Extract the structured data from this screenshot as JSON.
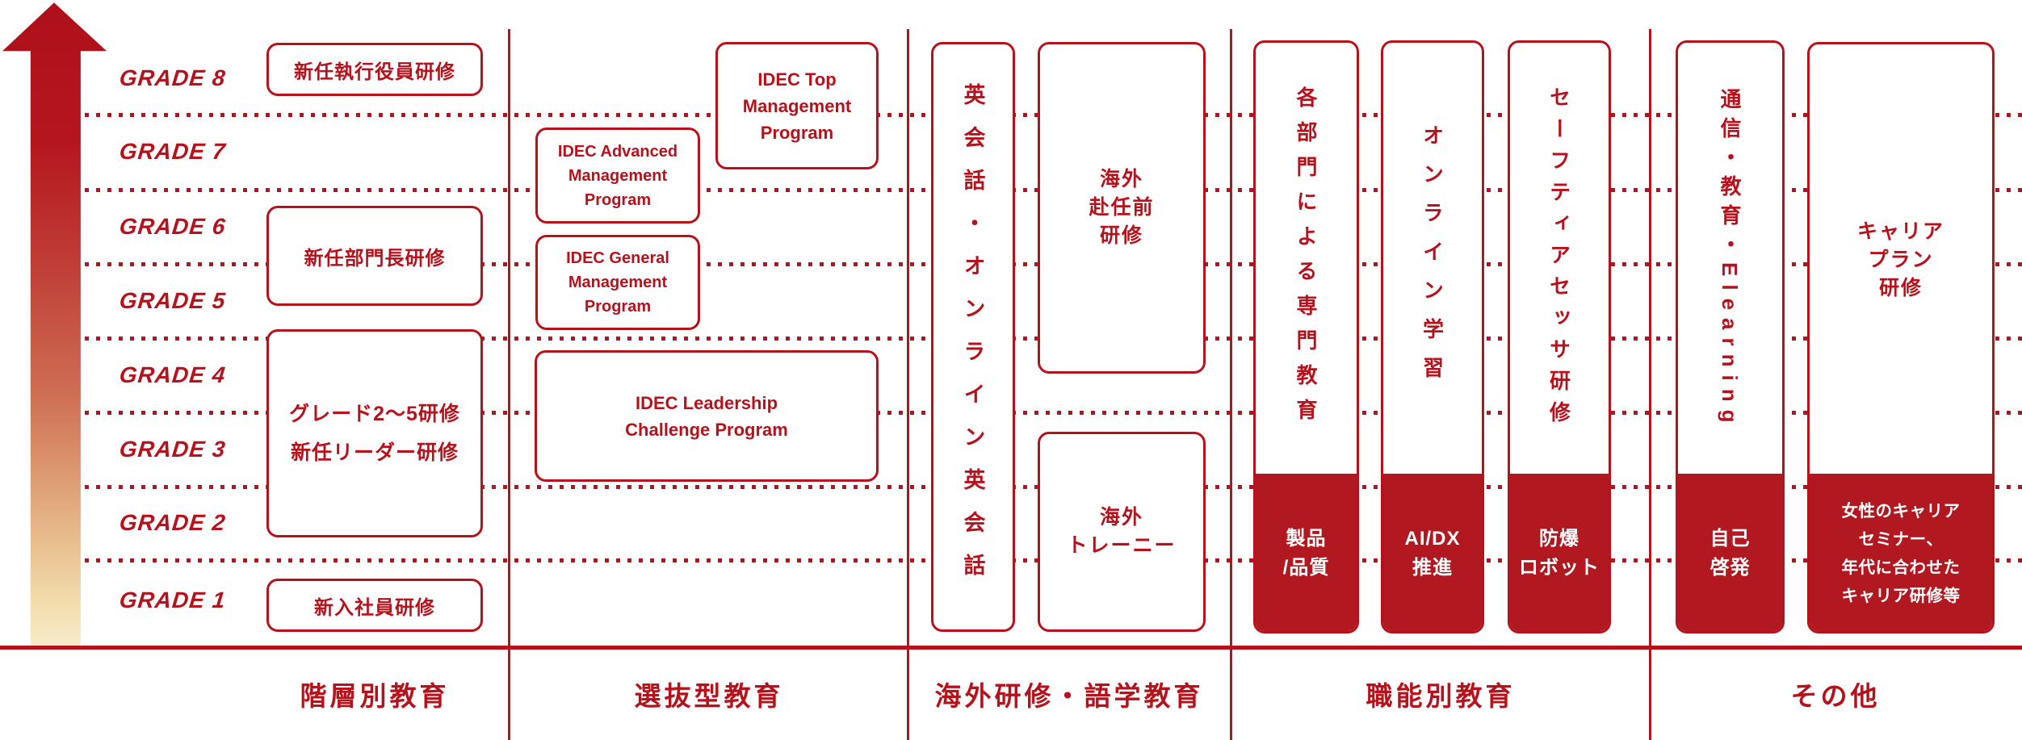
{
  "palette": {
    "red": "#b5121c",
    "red_fill": "#b11820",
    "arrow_gradient_top": "#ae101a",
    "arrow_gradient_bottom": "#f7ecca",
    "box_background": "#ffffff",
    "red_section_text": "#ffffff"
  },
  "grades": [
    "GRADE 8",
    "GRADE 7",
    "GRADE 6",
    "GRADE 5",
    "GRADE 4",
    "GRADE 3",
    "GRADE 2",
    "GRADE 1"
  ],
  "categories": [
    {
      "label": "階層別教育"
    },
    {
      "label": "選抜型教育"
    },
    {
      "label": "海外研修・語学教育"
    },
    {
      "label": "職能別教育"
    },
    {
      "label": "その他"
    }
  ],
  "col1": {
    "executive": "新任執行役員研修",
    "division_head": "新任部門長研修",
    "grade25": [
      "グレード2〜5研修",
      "新任リーダー研修"
    ],
    "new_employee": "新入社員研修"
  },
  "col2": {
    "top": [
      "IDEC Top",
      "Management",
      "Program"
    ],
    "advanced": [
      "IDEC Advanced",
      "Management",
      "Program"
    ],
    "general": [
      "IDEC General",
      "Management",
      "Program"
    ],
    "leadership": [
      "IDEC Leadership",
      "Challenge Program"
    ]
  },
  "col3": {
    "eikaiwa": "英会話・オンライン英会話",
    "pre_assignment": [
      "海外",
      "赴任前",
      "研修"
    ],
    "trainee": [
      "海外",
      "トレーニー"
    ]
  },
  "col4": {
    "department": "各部門による専門教育",
    "department_red": [
      "製品",
      "/品質"
    ],
    "online": "オンライン学習",
    "online_red": [
      "AI/DX",
      "推進"
    ],
    "safety": "セーフティアセッサ研修",
    "safety_red": [
      "防爆",
      "ロボット"
    ]
  },
  "col5": {
    "correspondence": "通信・教育・Elearning",
    "correspondence_red": [
      "自己",
      "啓発"
    ],
    "career_plan": [
      "キャリア",
      "プラン",
      "研修"
    ],
    "career_red": [
      "女性のキャリア",
      "セミナー、",
      "年代に合わせた",
      "キャリア研修等"
    ]
  }
}
